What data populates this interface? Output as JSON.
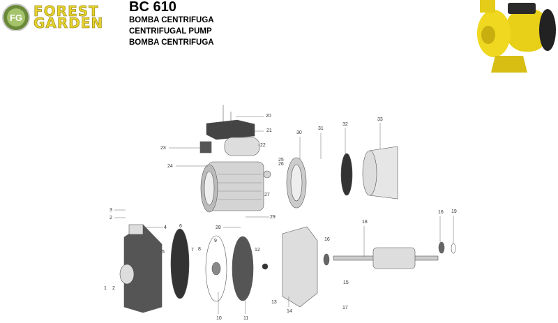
{
  "header": {
    "brand_line1": "FOREST",
    "brand_line2": "GARDEN",
    "logo_monogram": "FG",
    "model": "BC 610",
    "subtitles": [
      "BOMBA CENTRIFUGA",
      "CENTRIFUGAL PUMP",
      "BOMBA CENTRIFUGA"
    ]
  },
  "colors": {
    "brand_yellow": "#e6d32c",
    "pump_yellow": "#f0d820",
    "part_grey": "#cfcfcf",
    "part_dark": "#3a3a3a"
  },
  "diagram": {
    "part_labels": [
      "20",
      "21",
      "22",
      "23",
      "24",
      "25",
      "26",
      "27",
      "28",
      "29",
      "30",
      "31",
      "32",
      "33",
      "3",
      "2",
      "4",
      "6",
      "5",
      "7",
      "8",
      "9",
      "10",
      "11",
      "12",
      "13",
      "14",
      "16",
      "18",
      "15",
      "17",
      "16",
      "19",
      "1",
      "2"
    ]
  }
}
